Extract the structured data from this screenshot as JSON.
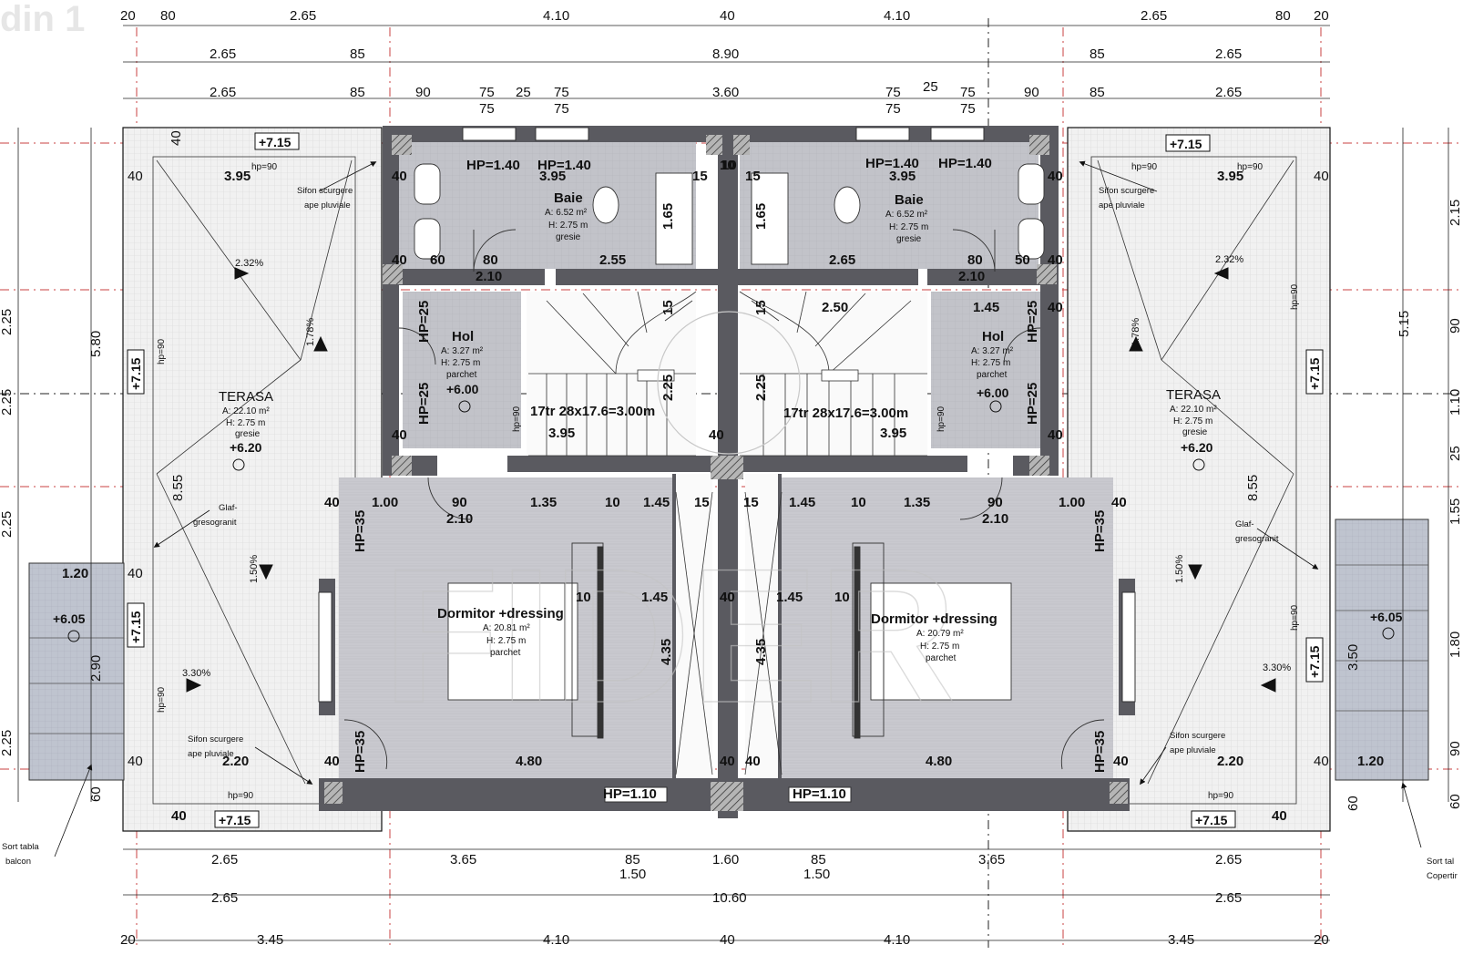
{
  "sheet_fragment": "din 1",
  "dims_top_row1": [
    "20",
    "80",
    "2.65",
    "4.10",
    "40",
    "4.10",
    "2.65",
    "80",
    "20"
  ],
  "dims_top_row2": [
    "2.65",
    "85",
    "8.90",
    "85",
    "2.65"
  ],
  "dims_top_row3a": [
    "2.65",
    "85",
    "90",
    "75",
    "25",
    "75",
    "3.60",
    "75",
    "25",
    "75",
    "90",
    "85",
    "2.65"
  ],
  "dims_top_row3b": [
    "75",
    "75",
    "75",
    "75"
  ],
  "dims_bottom_row1": [
    "2.65",
    "3.65",
    "85",
    "1.60",
    "85",
    "3.65",
    "2.65"
  ],
  "dims_bottom_row1b": [
    "1.50",
    "1.50"
  ],
  "dims_bottom_row2": [
    "2.65",
    "10.60",
    "2.65"
  ],
  "dims_bottom_row3": [
    "20",
    "3.45",
    "4.10",
    "40",
    "4.10",
    "3.45",
    "20"
  ],
  "dims_left": [
    "2.25",
    "2.25",
    "2.25",
    "2.25"
  ],
  "dims_left_inner": [
    "5.80",
    "8.55",
    "2.90",
    "60",
    "40",
    "40",
    "40",
    "40"
  ],
  "dims_right": [
    "2.15",
    "5.15",
    "90",
    "1.10",
    "25",
    "1.55",
    "1.80",
    "90",
    "60"
  ],
  "dims_right_inner": [
    "8.55",
    "3.50",
    "60",
    "40",
    "40"
  ],
  "levels": {
    "roof": "+7.15",
    "hol": "+6.00",
    "terrace": "+6.20",
    "balcony": "+6.05"
  },
  "rooms": {
    "baie": {
      "name": "Baie",
      "area_left": "A: 6.52 m²",
      "area_right": "A: 6.52 m²",
      "height": "H: 2.75 m",
      "finish": "gresie"
    },
    "hol": {
      "name": "Hol",
      "area": "A: 3.27 m²",
      "height": "H: 2.75 m",
      "finish": "parchet"
    },
    "terasa": {
      "name": "TERASA",
      "area": "A: 22.10 m²",
      "height": "H: 2.75 m",
      "finish": "gresie"
    },
    "dormitor": {
      "name": "Dormitor +dressing",
      "area_left": "A: 20.81 m²",
      "area_right": "A: 20.79 m²",
      "height": "H: 2.75 m",
      "finish": "parchet"
    }
  },
  "stair_label": "17tr 28x17.6=3.00m",
  "hp_labels": {
    "window_bath": "HP=1.40",
    "window_bed": "HP=1.10",
    "hp25": "HP=25",
    "hp35": "HP=35",
    "hp90": "hp=90"
  },
  "slopes": [
    "2.32%",
    "1.78%",
    "1.50%",
    "3.30%"
  ],
  "annotations": {
    "sifon_1": "Sifon scurgere",
    "sifon_2": "ape pluviale",
    "glaf_1": "Glaf-",
    "glaf_2": "gresogranit",
    "sort_left_1": "Sort tabla",
    "sort_left_2": "balcon",
    "sort_right_1": "Sort tal",
    "sort_right_2": "Copertir"
  },
  "interior_dims": {
    "baie_left": [
      "3.95",
      "60",
      "80",
      "2.55",
      "2.10",
      "1.65",
      "40",
      "40",
      "15",
      "10"
    ],
    "baie_right": [
      "3.95",
      "80",
      "50",
      "2.65",
      "2.10",
      "1.65",
      "40",
      "40",
      "15",
      "10"
    ],
    "hol_left": [
      "3.95",
      "2.25",
      "15",
      "40",
      "40"
    ],
    "hol_right": [
      "2.50",
      "1.45",
      "3.95",
      "2.25",
      "15",
      "40",
      "40"
    ],
    "bed_left": [
      "40",
      "1.00",
      "90",
      "2.10",
      "1.35",
      "10",
      "1.45",
      "15",
      "10",
      "1.45",
      "4.35",
      "4.80",
      "40",
      "40",
      "2.20",
      "40",
      "40"
    ],
    "bed_right": [
      "15",
      "1.45",
      "10",
      "1.35",
      "90",
      "2.10",
      "1.00",
      "40",
      "40",
      "1.45",
      "10",
      "4.35",
      "4.80",
      "40",
      "40",
      "2.20",
      "40",
      "40"
    ],
    "balcony": [
      "1.20",
      "1.20"
    ]
  },
  "watermark": "FIDER"
}
